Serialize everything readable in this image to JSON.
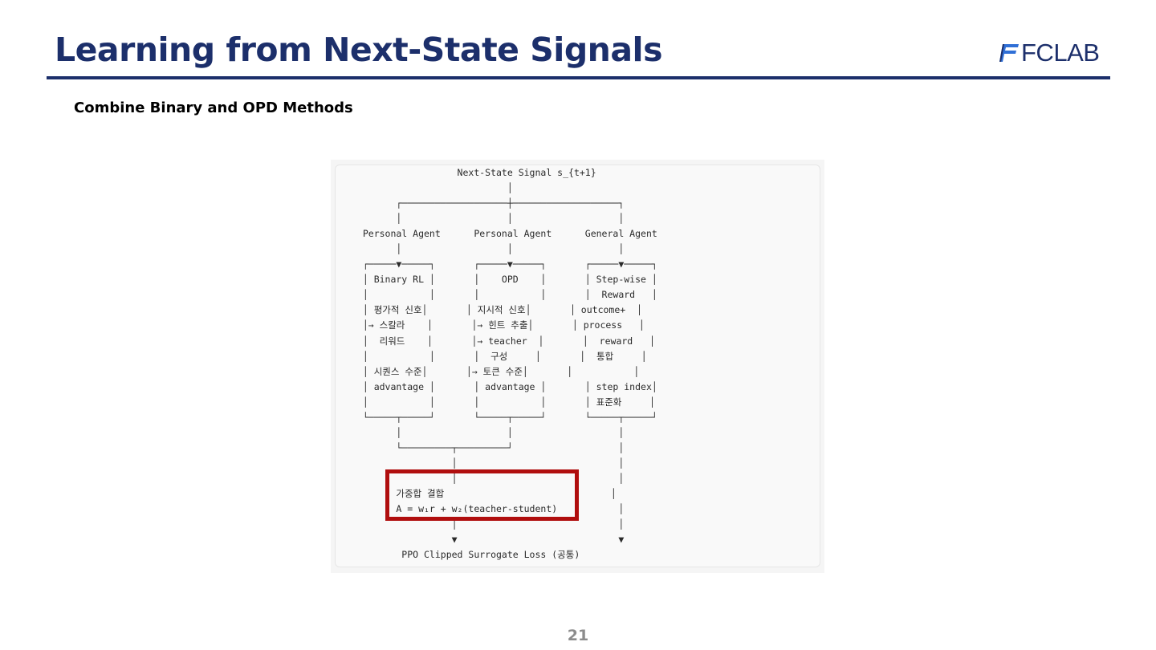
{
  "slide": {
    "title": "Learning from Next-State Signals",
    "subtitle": "Combine Binary and OPD Methods",
    "page_number": "21",
    "logo": {
      "text": "FCLAB",
      "color": "#1c2f6b"
    },
    "colors": {
      "title": "#1c2f6b",
      "highlight": "#b00e0e"
    }
  },
  "diagram": {
    "ascii": "                   Next-State Signal s_{t+1}\n                            │\n        ┌───────────────────┼───────────────────┐\n        │                   │                   │\n  Personal Agent      Personal Agent      General Agent\n        │                   │                   │\n  ┌─────▼─────┐       ┌─────▼─────┐       ┌─────▼─────┐\n  │ Binary RL │       │    OPD    │       │ Step-wise │\n  │           │       │           │       │  Reward   │\n  │ 평가적 신호│       │ 지시적 신호│       │ outcome+  │\n  │→ 스칼라    │       │→ 힌트 추출│       │ process   │\n  │  리워드    │       │→ teacher  │       │  reward   │\n  │           │       │  구성     │       │  통합     │\n  │ 시퀀스 수준│       │→ 토큰 수준│       │           │\n  │ advantage │       │ advantage │       │ step index│\n  │           │       │           │       │ 표준화     │\n  └─────┬─────┘       └─────┬─────┘       └─────┬─────┘\n        │                   │                   │\n        └─────────┬─────────┘                   │\n                  │                             │\n                  │                             │\n        가중합 결합                              │\n        A = w₁r + w₂(teacher-student)           │\n                  │                             │\n                  ▼                             ▼\n         PPO Clipped Surrogate Loss (공통)"
  }
}
